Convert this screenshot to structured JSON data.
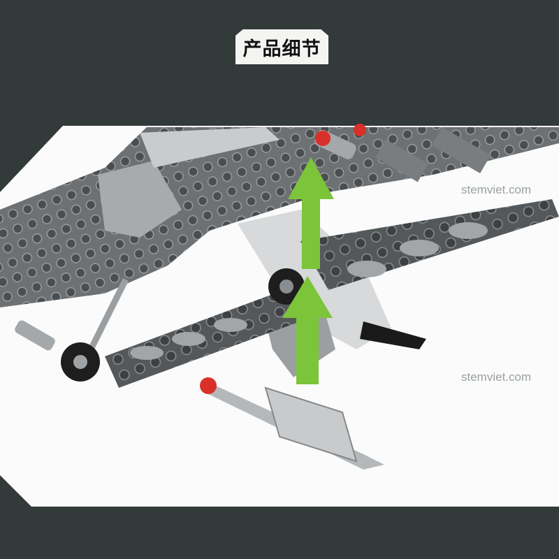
{
  "header": {
    "title": "产品细节"
  },
  "watermarks": [
    "stemviet.com",
    "stemviet.com"
  ],
  "colors": {
    "background": "#333a3a",
    "panel": "#fbfbfb",
    "arrow": "#7cc43a",
    "brick": "#8c8f91",
    "missile_tip": "#d9302a"
  }
}
